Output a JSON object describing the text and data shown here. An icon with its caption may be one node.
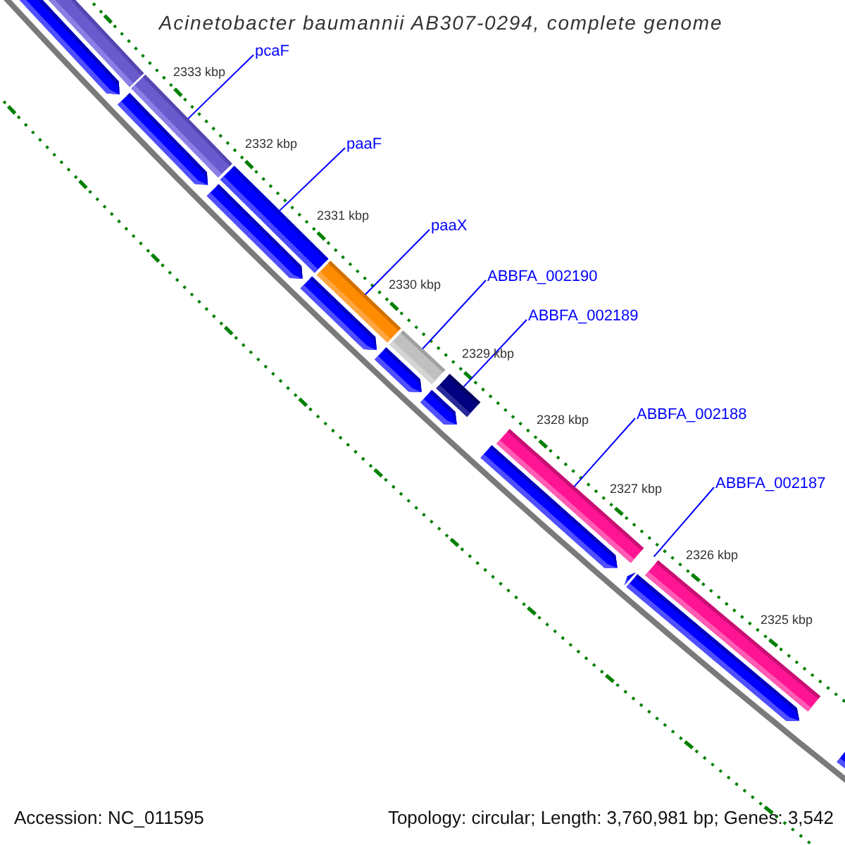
{
  "diagram": {
    "title": "Acinetobacter baumannii AB307-0294, complete genome",
    "nodes": [
      {
        "text": [
          "pcaF"
        ]
      },
      {
        "text": [
          "paaF"
        ]
      },
      {
        "text": [
          "paaX"
        ]
      },
      {
        "text": [
          "ABBFA_002190"
        ]
      },
      {
        "text": [
          "ABBFA_002189"
        ]
      },
      {
        "text": [
          "ABBFA_002188"
        ]
      },
      {
        "text": [
          "ABBFA_002187"
        ]
      },
      {
        "text": [],
        "shape": "bar"
      },
      {
        "text": [],
        "shape": "bar"
      },
      {
        "text": [],
        "shape": "bar"
      },
      {
        "text": [],
        "shape": "bar"
      },
      {
        "text": [],
        "shape": "bar"
      },
      {
        "text": [],
        "shape": "bar"
      },
      {
        "text": [],
        "shape": "bar"
      },
      {
        "text": [],
        "shape": "bar"
      },
      {
        "text": [],
        "shape": "arrow"
      },
      {
        "text": [],
        "shape": "arrow"
      },
      {
        "text": [],
        "shape": "arrow"
      },
      {
        "text": [],
        "shape": "arrow"
      },
      {
        "text": [],
        "shape": "arrow"
      },
      {
        "text": [],
        "shape": "arrow"
      },
      {
        "text": [],
        "shape": "arrow"
      },
      {
        "text": [],
        "shape": "arrow"
      },
      {
        "text": [],
        "shape": "arrow"
      },
      {
        "text": [],
        "shape": "arrow"
      }
    ],
    "edges": [
      {
        "from": 0,
        "to": 7,
        "arrow": "none"
      },
      {
        "from": 1,
        "to": 8,
        "arrow": "none"
      },
      {
        "from": 2,
        "to": 9,
        "arrow": "none"
      },
      {
        "from": 3,
        "to": 10,
        "arrow": "none"
      },
      {
        "from": 4,
        "to": 11,
        "arrow": "none"
      },
      {
        "from": 5,
        "to": 12,
        "arrow": "none"
      },
      {
        "from": 6,
        "to": 13,
        "arrow": "none"
      }
    ],
    "labels": [
      "2333 kbp",
      "2332 kbp",
      "2331 kbp",
      "2330 kbp",
      "2329 kbp",
      "2328 kbp",
      "2327 kbp",
      "2326 kbp",
      "2325 kbp",
      "Accession: NC_011595",
      "Topology: circular; Length: 3,760,981 bp; Genes: 3,542"
    ]
  }
}
